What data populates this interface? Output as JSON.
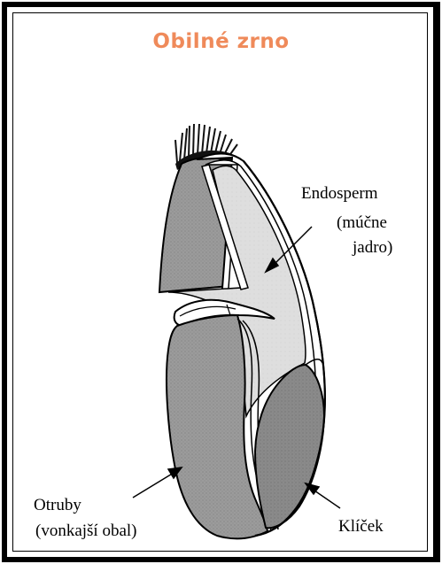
{
  "title": "Obilné zrno",
  "labels": {
    "endosperm_line1": "Endosperm",
    "endosperm_line2": "(múčne",
    "endosperm_line3": "jadro)",
    "otruby_line1": "Otruby",
    "otruby_line2": "(vonkajší obal)",
    "klicek": "Klíček"
  },
  "colors": {
    "title": "#ef8a5a",
    "bran": "#9a9a9a",
    "endosperm": "#dcdcdc",
    "germ": "#8c8c8c",
    "outline": "#000000"
  }
}
